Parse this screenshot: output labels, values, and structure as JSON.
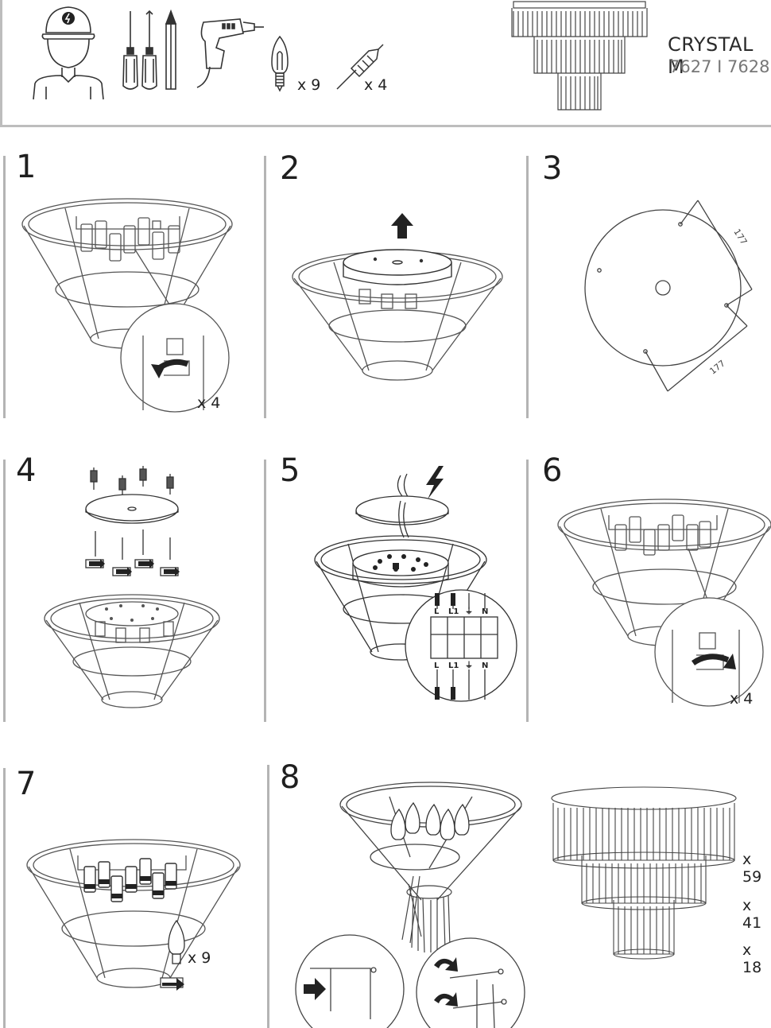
{
  "header": {
    "product_name": "CRYSTAL M",
    "product_codes": "7627 I 7628",
    "bulb_qty": "x 9",
    "anchor_qty": "x 4"
  },
  "steps": [
    {
      "number": "1",
      "qty": "x 4"
    },
    {
      "number": "2"
    },
    {
      "number": "3",
      "dim_a": "177",
      "dim_b": "177"
    },
    {
      "number": "4"
    },
    {
      "number": "5",
      "terminals_top": [
        "L",
        "L1",
        "⏚",
        "N"
      ],
      "terminals_bottom": [
        "L",
        "L1",
        "⏚",
        "N"
      ]
    },
    {
      "number": "6",
      "qty": "x 4"
    },
    {
      "number": "7",
      "qty": "x 9"
    },
    {
      "number": "8",
      "crystal_qty": [
        "x 59",
        "x 41",
        "x 18"
      ]
    }
  ],
  "icons": [
    "electrician-icon",
    "screwdrivers-icon",
    "pencil-icon",
    "drill-icon",
    "bulb-icon",
    "wall-anchor-icon",
    "chandelier-icon",
    "arrow-up-icon",
    "lightning-icon",
    "rotate-arrow-icon"
  ]
}
